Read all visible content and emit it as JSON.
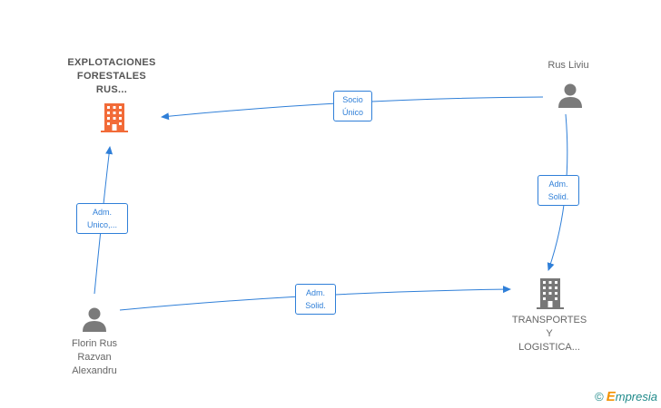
{
  "nodes": {
    "explotaciones": {
      "lines": [
        "EXPLOTACIONES",
        "FORESTALES",
        "RUS..."
      ],
      "color": "#f26b38"
    },
    "rus_liviu": {
      "lines": [
        "Rus Liviu"
      ]
    },
    "florin": {
      "lines": [
        "Florin Rus",
        "Razvan",
        "Alexandru"
      ]
    },
    "transportes": {
      "lines": [
        "TRANSPORTES",
        "Y",
        "LOGISTICA..."
      ],
      "color": "#777777"
    }
  },
  "edges": {
    "socio": [
      "Socio",
      "Único"
    ],
    "adm_rus": [
      "Adm.",
      "Solid."
    ],
    "adm_florin_top": [
      "Adm.",
      "Unico,..."
    ],
    "adm_florin_right": [
      "Adm.",
      "Solid."
    ]
  },
  "colors": {
    "edge": "#2f7fd8",
    "person": "#7a7a7a"
  },
  "brand": {
    "copyright": "©",
    "e": "E",
    "rest": "mpresia"
  }
}
